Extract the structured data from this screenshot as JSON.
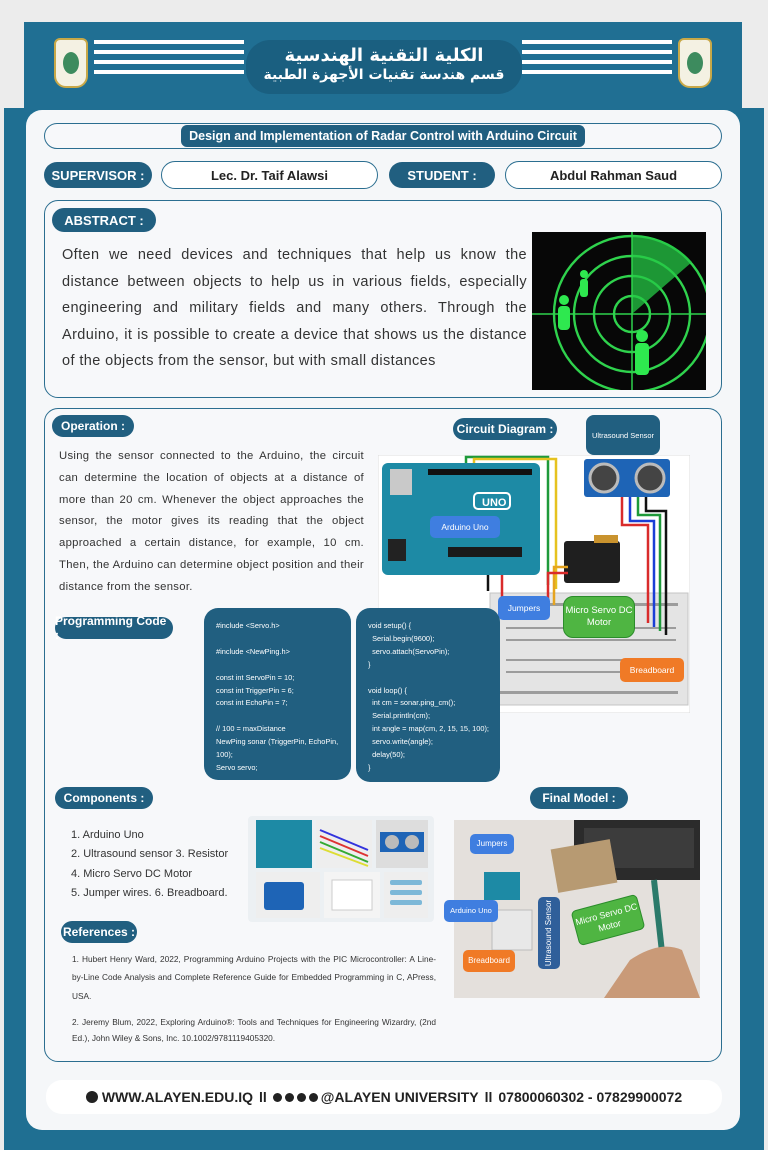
{
  "header": {
    "arabic_line1": "الكلية التقنية الهندسية",
    "arabic_line2": "قسم هندسة تقنيات الأجهزة الطبية"
  },
  "project": {
    "title": "Design and Implementation of Radar Control with Arduino Circuit",
    "supervisor_label": "SUPERVISOR :",
    "supervisor_name": "Lec. Dr. Taif Alawsi",
    "student_label": "STUDENT :",
    "student_name": "Abdul Rahman Saud"
  },
  "abstract": {
    "label": "ABSTRACT :",
    "text": "Often we need devices and techniques that help us know the distance between objects to help us in various fields, especially engineering and military fields and many others. Through the Arduino, it is possible to create a device that shows us the distance of the objects from the sensor, but with small distances"
  },
  "operation": {
    "label": "Operation :",
    "text": "Using the sensor connected to the Arduino, the circuit can determine the location of objects at a distance of more than 20 cm. Whenever the object approaches the sensor, the motor gives its reading that the object approached a certain distance, for example, 10 cm. Then, the Arduino can determine object position and their distance from the sensor."
  },
  "circuit": {
    "label": "Circuit Diagram :",
    "ultrasound_label": "Ultrasound Sensor",
    "arduino_label": "Arduino Uno",
    "jumpers_label": "Jumpers",
    "servo_label": "Micro Servo DC Motor",
    "breadboard_label": "Breadboard",
    "board_text": "UNO"
  },
  "programming": {
    "label": "Programming Code :",
    "code_left": "#include <Servo.h>\n\n#include <NewPing.h>\n\nconst int ServoPin = 10;\nconst int TriggerPin = 6;\nconst int EchoPin = 7;\n\n// 100 = maxDistance\nNewPing sonar (TriggerPin, EchoPin,\n100);\nServo servo;",
    "code_right": "void setup() {\n  Serial.begin(9600);\n  servo.attach(ServoPin);\n}\n\nvoid loop() {\n  int cm = sonar.ping_cm();\n  Serial.println(cm);\n  int angle = map(cm, 2, 15, 15, 100);\n  servo.write(angle);\n  delay(50);\n}"
  },
  "components": {
    "label": "Components :",
    "items": [
      "1. Arduino Uno",
      "2. Ultrasound sensor 3. Resistor",
      "4. Micro Servo DC Motor",
      "5. Jumper wires. 6. Breadboard."
    ]
  },
  "final_model": {
    "label": "Final Model :",
    "jumpers_label": "Jumpers",
    "arduino_label": "Arduino Uno",
    "breadboard_label": "Breadboard",
    "sensor_label": "Ultrasound Sensor",
    "servo_label": "Micro Servo DC Motor"
  },
  "references": {
    "label": "References :",
    "ref1": "1. Hubert Henry Ward, 2022, Programming Arduino Projects with the PIC Microcontroller: A Line-by-Line Code Analysis and Complete Reference Guide for Embedded Programming in C, APress, USA.",
    "ref2": "2. Jeremy Blum, 2022, Exploring Arduino®: Tools and Techniques for Engineering Wizardry, (2nd Ed.), John Wiley & Sons, Inc. 10.1002/9781119405320."
  },
  "footer": {
    "website": "WWW.ALAYEN.EDU.IQ",
    "social": "@ALAYEN UNIVERSITY",
    "phones": "07800060302 - 07829900072"
  },
  "colors": {
    "brand_blue": "#1f6f92",
    "radar_green": "#22e04a",
    "arduino_teal": "#1d8aa5"
  }
}
